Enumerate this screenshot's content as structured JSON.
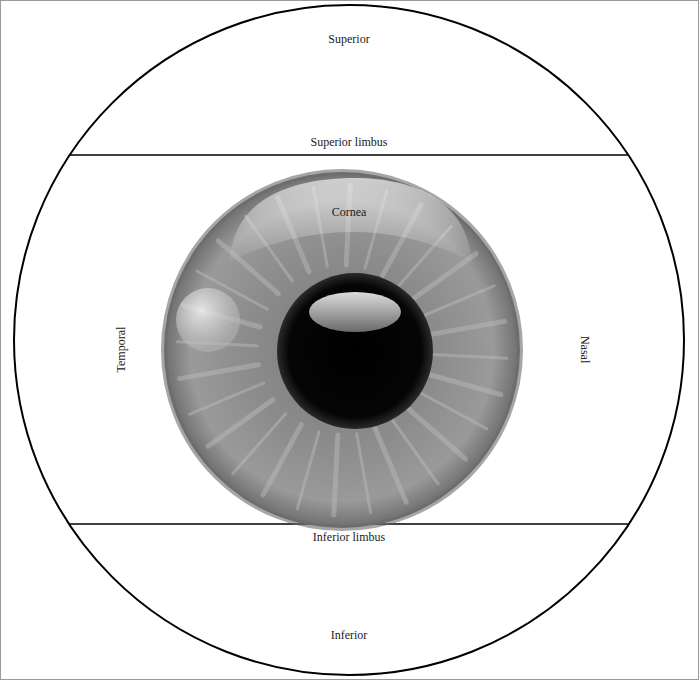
{
  "diagram": {
    "labels": [
      "Superior",
      "Superior limbus",
      "Cornea",
      "Temporal",
      "Nasal",
      "Inferior limbus",
      "Inferior"
    ]
  }
}
